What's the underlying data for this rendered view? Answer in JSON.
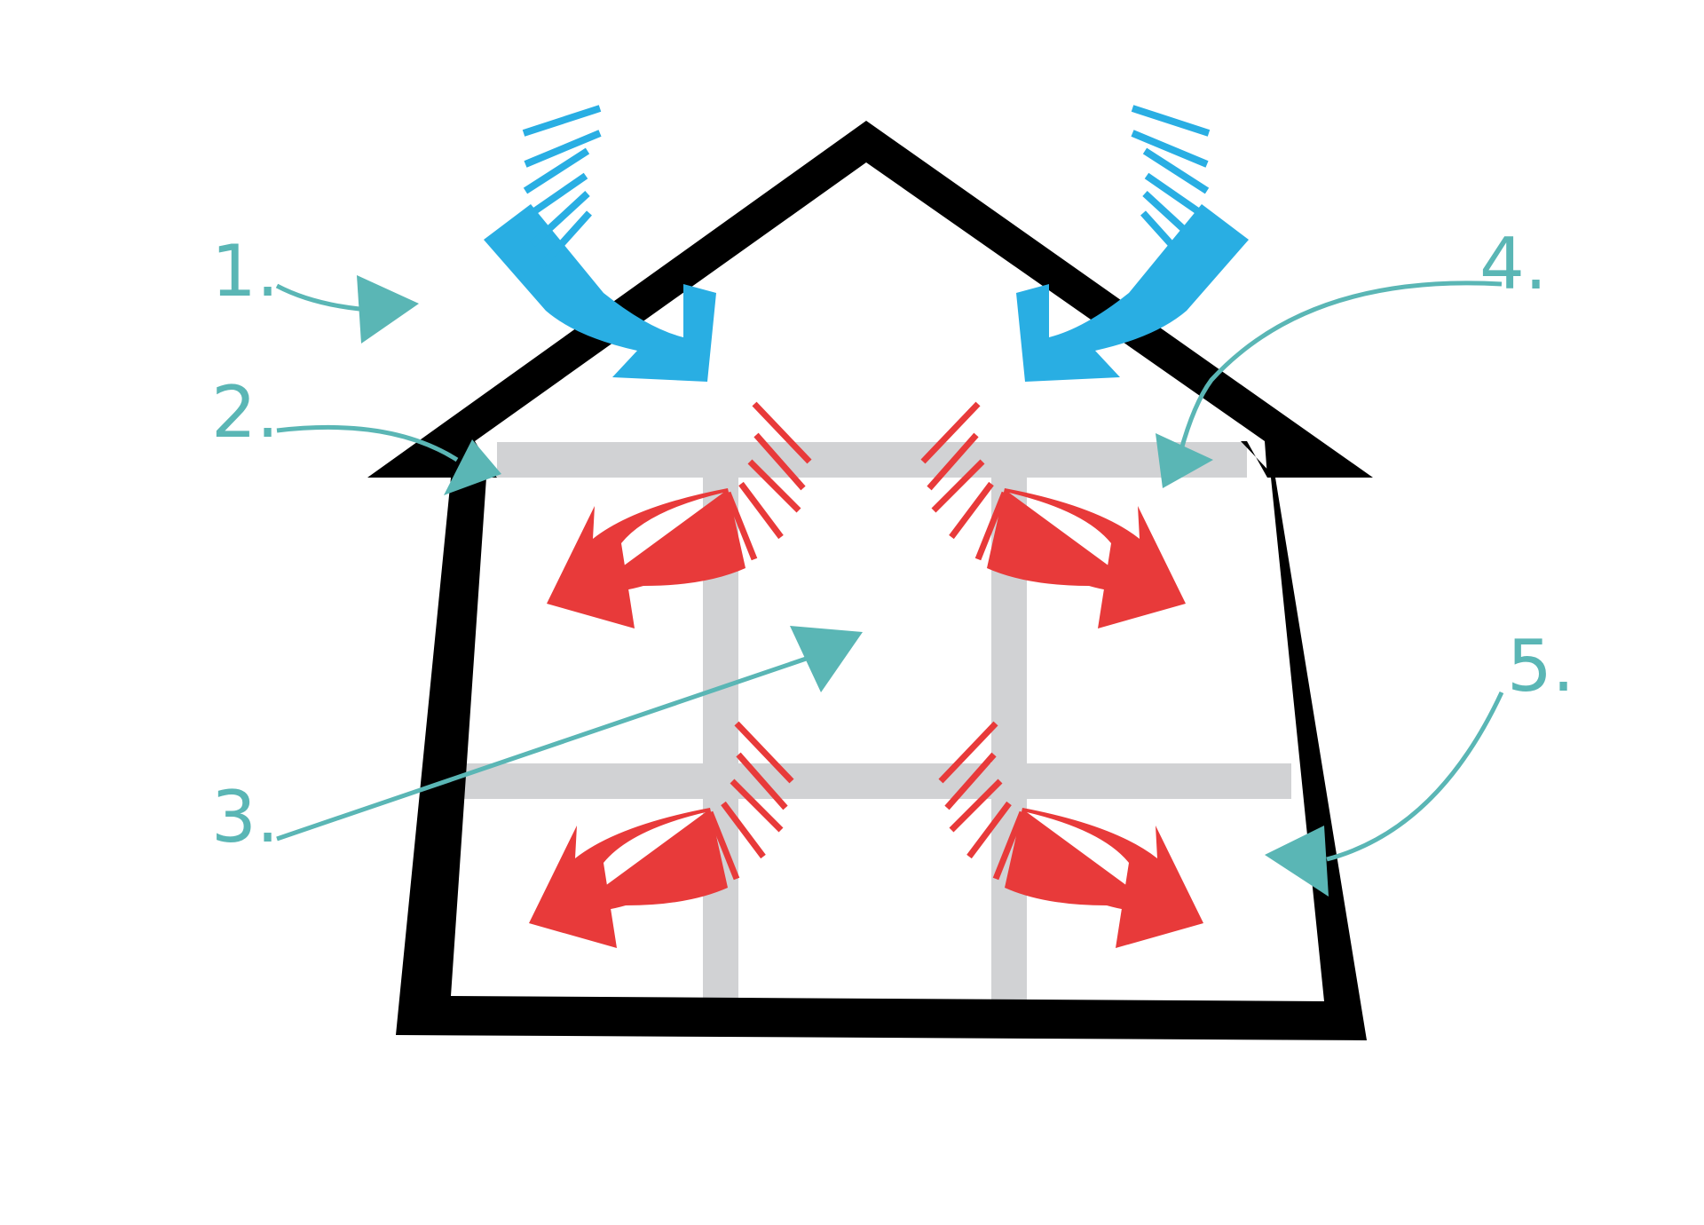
{
  "colors": {
    "outline": "#000000",
    "grid": "#d1d2d4",
    "cold_air": "#29aee3",
    "warm_air": "#e83a3a",
    "callout": "#5ab6b5",
    "background": "#ffffff"
  },
  "callouts": [
    {
      "id": 1,
      "label": "1."
    },
    {
      "id": 2,
      "label": "2."
    },
    {
      "id": 3,
      "label": "3."
    },
    {
      "id": 4,
      "label": "4."
    },
    {
      "id": 5,
      "label": "5."
    }
  ],
  "arrows": {
    "incoming_cold_air": 2,
    "outgoing_warm_air": 4
  }
}
